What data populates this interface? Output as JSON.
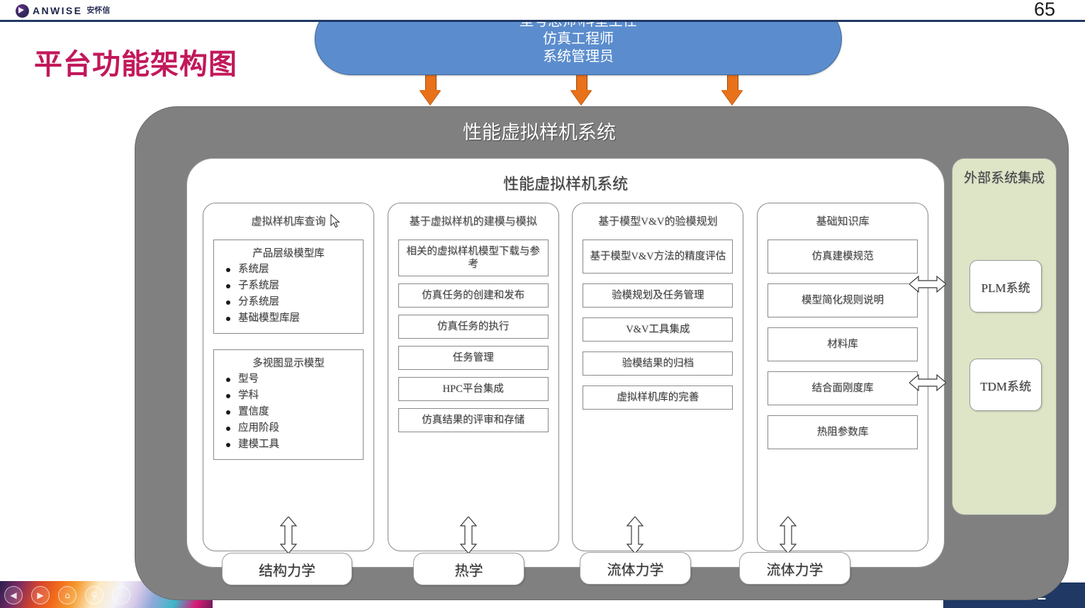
{
  "header": {
    "logo_text": "ANWISE",
    "logo_divider": "|",
    "logo_sub": "安怀信",
    "page_number": "65"
  },
  "slide": {
    "title": "平台功能架构图"
  },
  "role_bubble": {
    "lines": [
      "型号总师\\科室主任",
      "仿真工程师",
      "系统管理员"
    ]
  },
  "gray_container": {
    "title": "性能虚拟样机系统"
  },
  "white_panel": {
    "title": "性能虚拟样机系统"
  },
  "columns": [
    {
      "title": "虚拟样机库查询",
      "groups": [
        {
          "title": "产品层级模型库",
          "items": [
            "系统层",
            "子系统层",
            "分系统层",
            "基础模型库层"
          ]
        },
        {
          "title": "多视图显示模型",
          "items": [
            "型号",
            "学科",
            "置信度",
            "应用阶段",
            "建模工具"
          ]
        }
      ]
    },
    {
      "title": "基于虚拟样机的建模与模拟",
      "items": [
        "相关的虚拟样机模型下载与参考",
        "仿真任务的创建和发布",
        "仿真任务的执行",
        "任务管理",
        "HPC平台集成",
        "仿真结果的评审和存储"
      ]
    },
    {
      "title": "基于模型V&V的验模规划",
      "items": [
        "基于模型V&V方法的精度评估",
        "验模规划及任务管理",
        "V&V工具集成",
        "验模结果的归档",
        "虚拟样机库的完善"
      ]
    },
    {
      "title": "基础知识库",
      "items": [
        "仿真建模规范",
        "模型简化规则说明",
        "材料库",
        "结合面刚度库",
        "热阻参数库"
      ]
    }
  ],
  "external_panel": {
    "title": "外部系统集成",
    "systems": [
      "PLM系统",
      "TDM系统"
    ]
  },
  "disciplines": [
    "结构力学",
    "热学",
    "流体力学",
    "流体力学"
  ],
  "taskbar": {
    "icons": [
      "back-icon",
      "forward-icon",
      "home-icon",
      "search-icon",
      "more-icon"
    ],
    "brand_text": "SE"
  },
  "colors": {
    "accent_pink": "#c2185b",
    "bubble_blue": "#5b8dce",
    "container_gray": "#808080",
    "external_green": "#dde5c6",
    "arrow_orange": "#e8711a",
    "navy": "#1f3864"
  }
}
